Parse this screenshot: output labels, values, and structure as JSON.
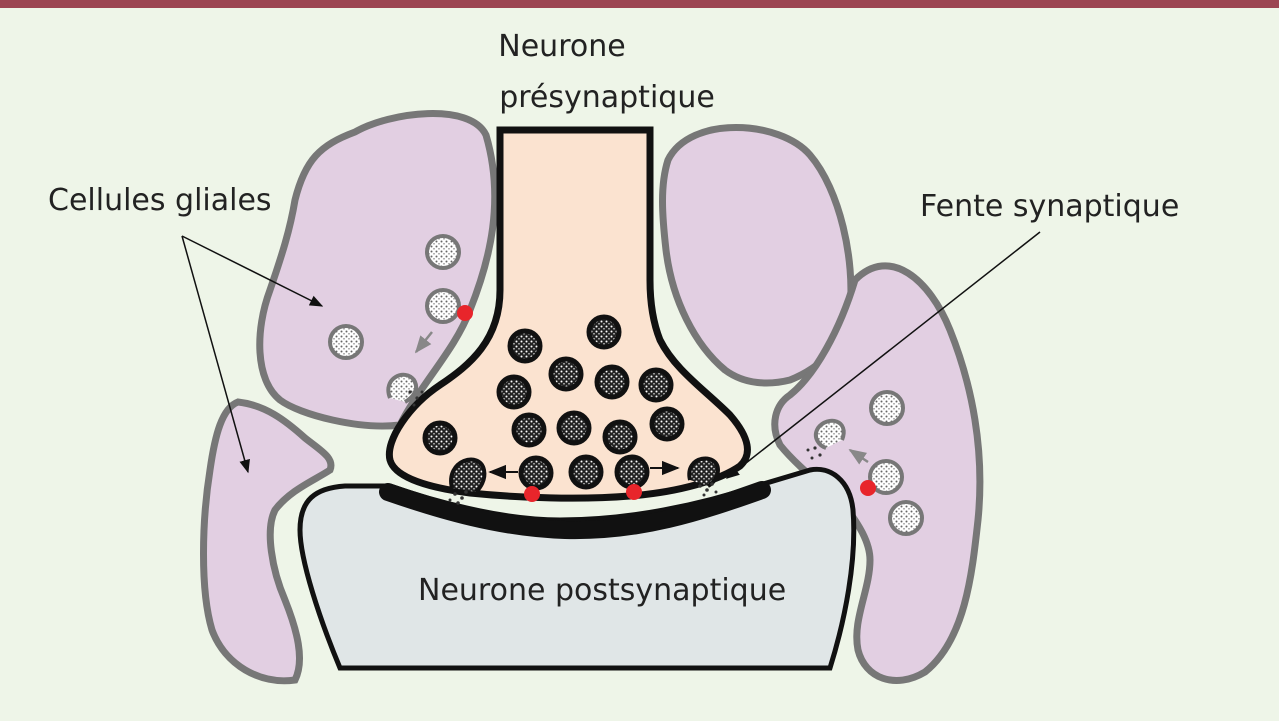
{
  "labels": {
    "presynaptic_line1": "Neurone",
    "presynaptic_line2": "présynaptique",
    "glial_cells": "Cellules gliales",
    "synaptic_cleft": "Fente synaptique",
    "postsynaptic": "Neurone postsynaptique"
  },
  "colors": {
    "header_bar": "#9c4552",
    "background": "#eef5e8",
    "glial_fill": "#e2cfe2",
    "glial_outline": "#777777",
    "presynaptic_fill": "#fbe3d0",
    "postsynaptic_fill": "#e0e6e7",
    "release_marker": "#e8252b"
  }
}
